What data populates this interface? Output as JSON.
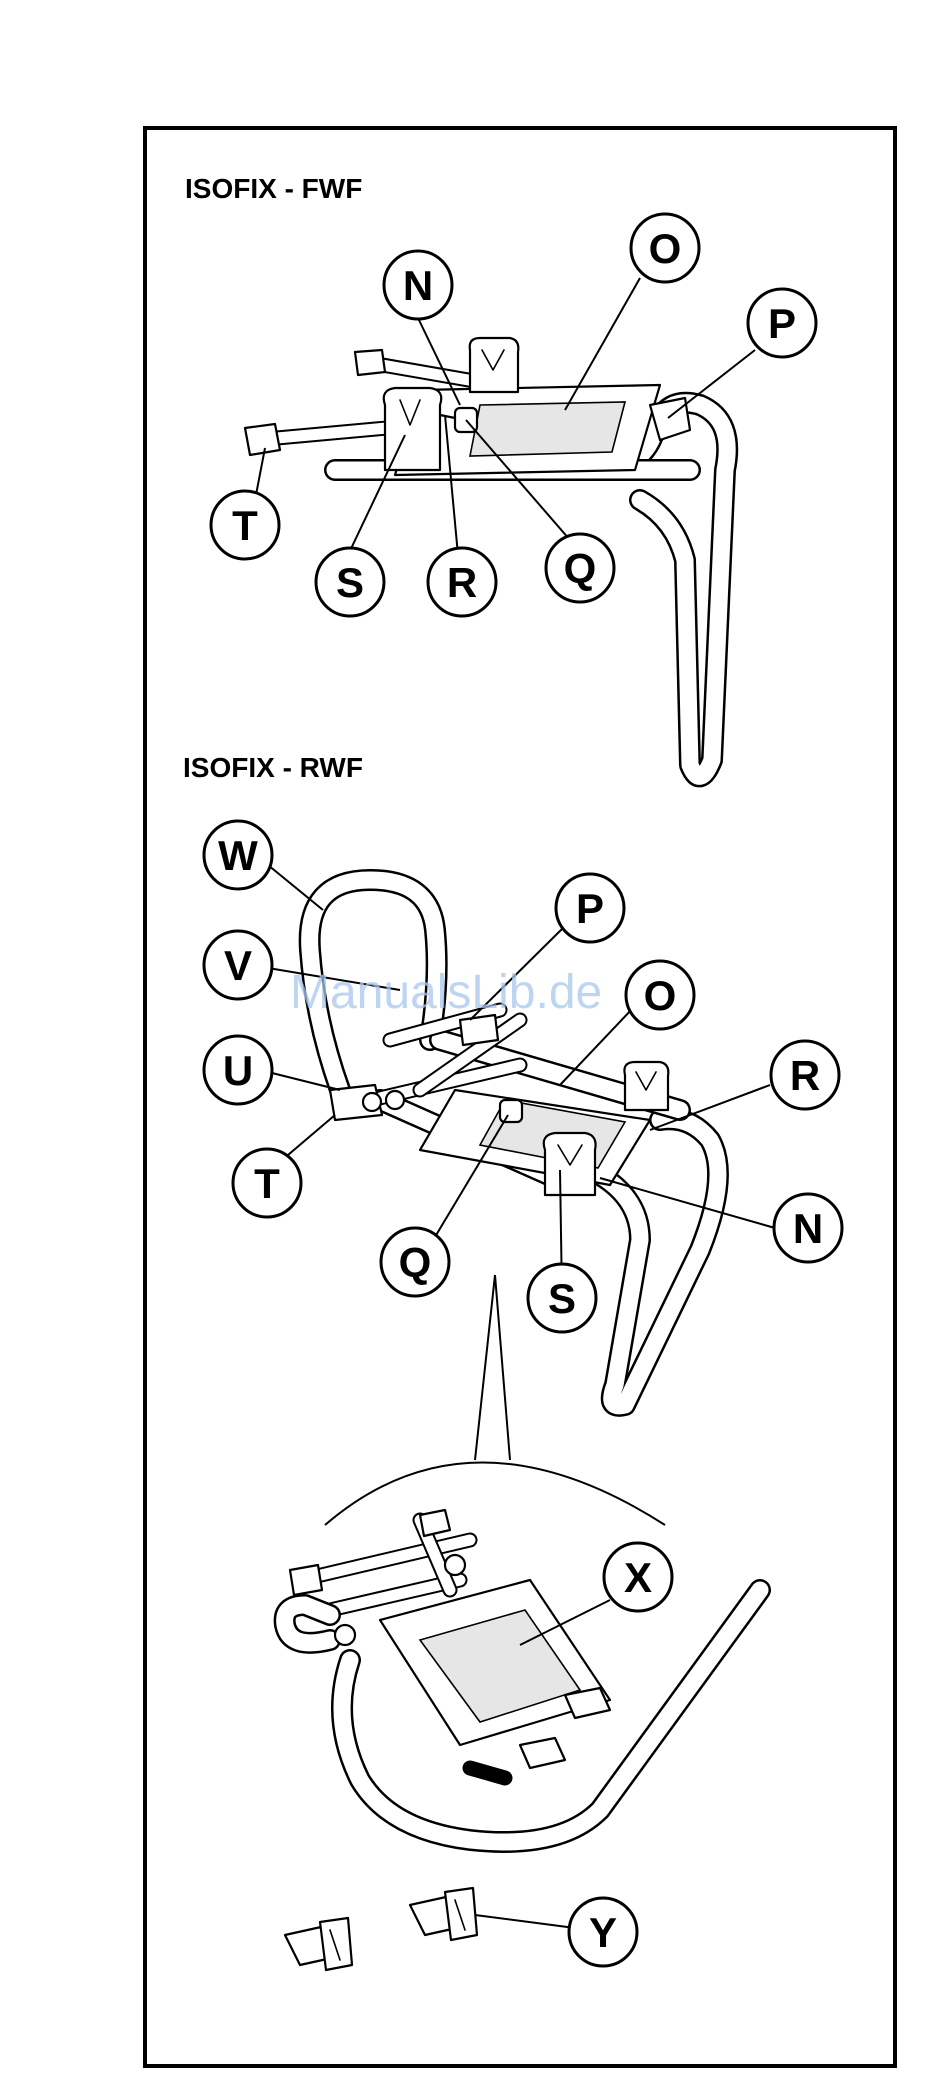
{
  "sections": {
    "fwf": {
      "title": "ISOFIX - FWF",
      "callouts": [
        "N",
        "O",
        "P",
        "Q",
        "R",
        "S",
        "T"
      ]
    },
    "rwf": {
      "title": "ISOFIX - RWF",
      "callouts": [
        "W",
        "V",
        "P",
        "O",
        "U",
        "R",
        "T",
        "N",
        "Q",
        "S"
      ]
    },
    "folded": {
      "callouts": [
        "X"
      ]
    },
    "guides": {
      "callouts": [
        "Y"
      ]
    }
  },
  "watermark": "ManualsLib.de"
}
